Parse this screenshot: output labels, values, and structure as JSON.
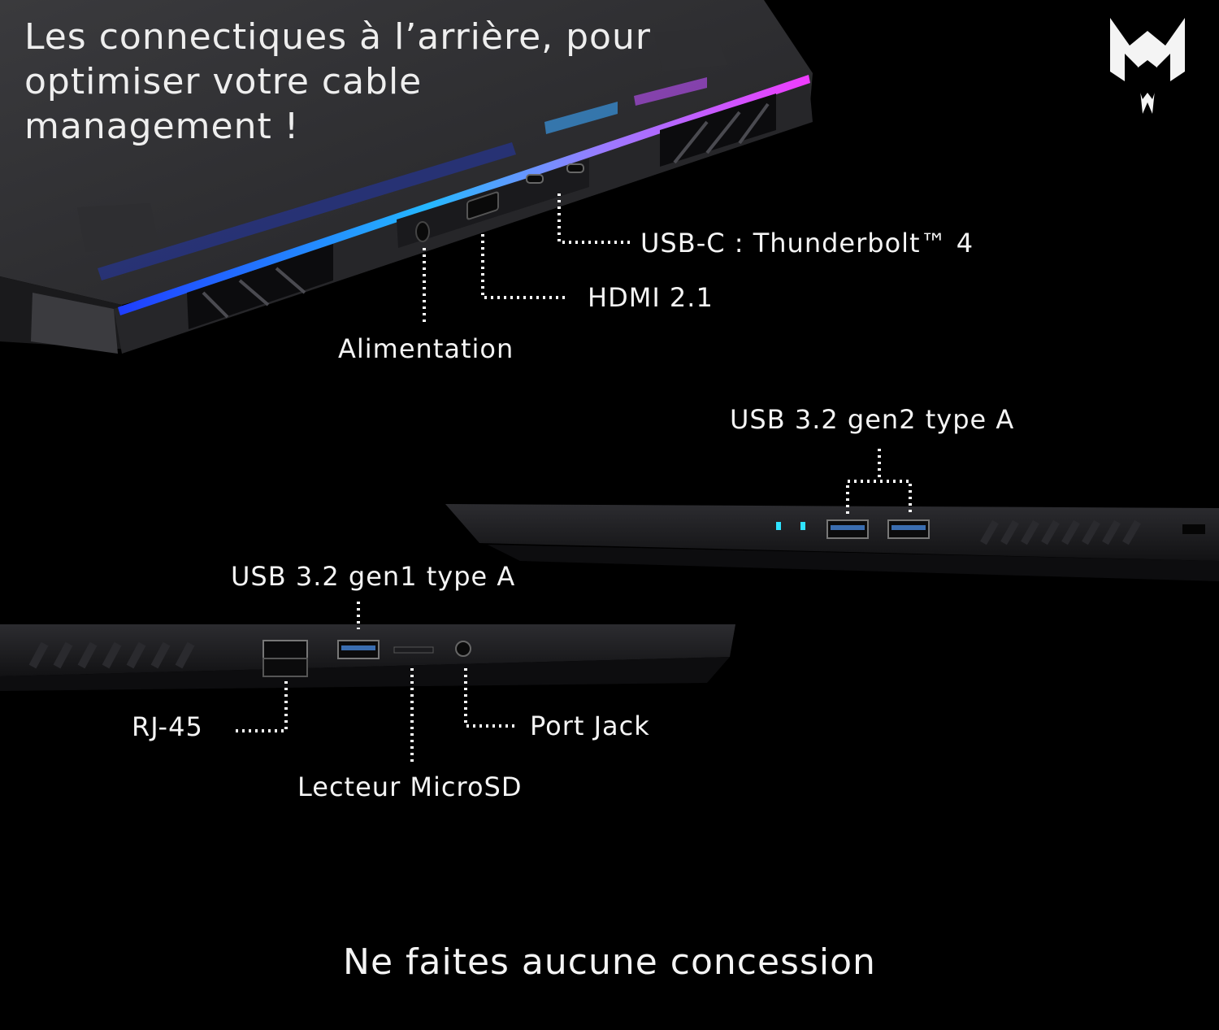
{
  "headline": "Les connectiques à l’arrière, pour\noptimiser votre cable\nmanagement !",
  "ports": {
    "usbc": "USB-C : Thunderbolt™ 4",
    "hdmi": "HDMI 2.1",
    "power": "Alimentation",
    "usb_gen2": "USB 3.2 gen2 type A",
    "usb_gen1": "USB 3.2 gen1 type A",
    "rj45": "RJ-45",
    "jack": "Port Jack",
    "microsd": "Lecteur MicroSD"
  },
  "tagline": "Ne faites aucune concession",
  "logo": {
    "icon": "predator-logo-icon"
  },
  "colors": {
    "background": "#000000",
    "text": "#f2f2f2",
    "led_blue": "#2a6bff",
    "led_cyan": "#2fe3ff",
    "led_magenta": "#e040ff"
  }
}
